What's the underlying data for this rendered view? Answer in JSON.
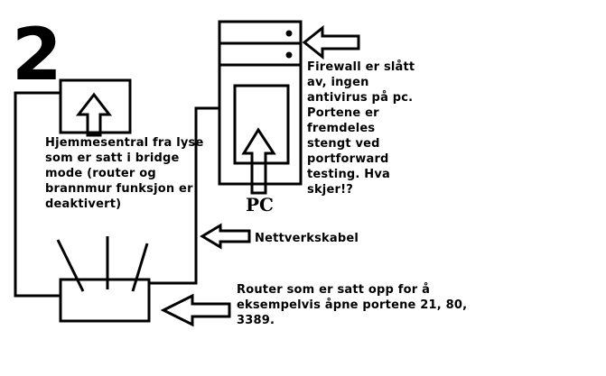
{
  "step_number": "2",
  "labels": {
    "pc": "PC",
    "firewall_note": "Firewall er slått\nav, ingen\nantivirus på pc.\nPortene er\nfremdeles\nstengt ved\nportforward\ntesting. Hva\nskjer!?",
    "home_exchange_note": "Hjemmesentral fra lyse\nsom er satt i bridge\nmode (router og\nbrannmur funksjon er\ndeaktivert)",
    "cable_note": "Nettverkskabel",
    "router_note": "Router som er satt opp for å\neksempelvis åpne portene 21, 80,\n3389."
  },
  "icons": [
    "pc-tower-icon",
    "router-icon",
    "home-exchange-icon",
    "arrow-left-icon",
    "arrow-up-icon"
  ],
  "colors": {
    "ink": "#000000",
    "background": "#ffffff"
  }
}
